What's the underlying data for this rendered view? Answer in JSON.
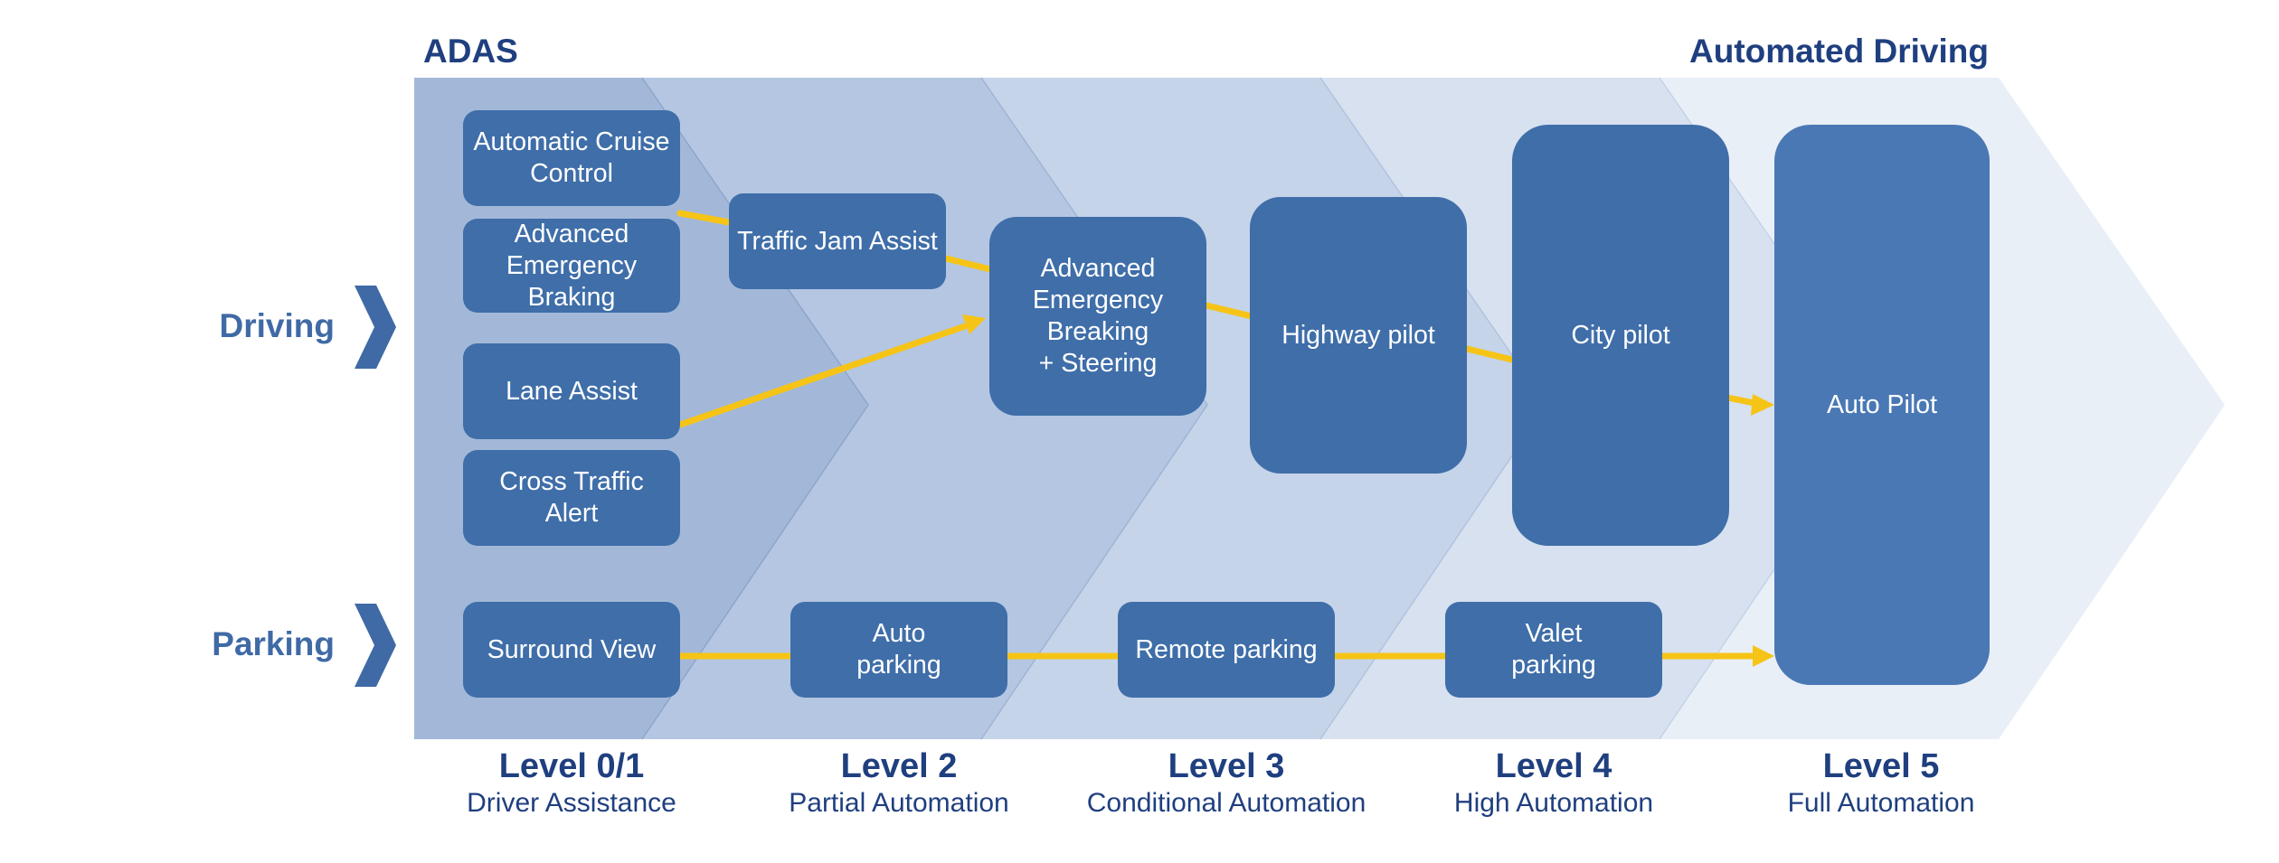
{
  "headers": {
    "adas": "ADAS",
    "automated": "Automated Driving"
  },
  "rows": {
    "driving": "Driving",
    "parking": "Parking"
  },
  "boxes": [
    {
      "id": "acc",
      "label": "Automatic Cruise\nControl"
    },
    {
      "id": "aeb",
      "label": "Advanced\nEmergency\nBraking"
    },
    {
      "id": "lane",
      "label": "Lane Assist"
    },
    {
      "id": "cta",
      "label": "Cross Traffic\nAlert"
    },
    {
      "id": "surround",
      "label": "Surround View"
    },
    {
      "id": "tja",
      "label": "Traffic Jam Assist"
    },
    {
      "id": "aebs",
      "label": "Advanced\nEmergency\nBreaking\n+ Steering"
    },
    {
      "id": "autopark",
      "label": "Auto\nparking"
    },
    {
      "id": "highway",
      "label": "Highway pilot"
    },
    {
      "id": "remote",
      "label": "Remote parking"
    },
    {
      "id": "city",
      "label": "City pilot"
    },
    {
      "id": "valet",
      "label": "Valet\nparking"
    },
    {
      "id": "autopilot",
      "label": "Auto Pilot"
    }
  ],
  "levels": [
    {
      "title": "Level 0/1",
      "subtitle": "Driver Assistance"
    },
    {
      "title": "Level 2",
      "subtitle": "Partial Automation"
    },
    {
      "title": "Level 3",
      "subtitle": "Conditional Automation"
    },
    {
      "title": "Level 4",
      "subtitle": "High Automation"
    },
    {
      "title": "Level 5",
      "subtitle": "Full Automation"
    }
  ],
  "colors": {
    "box": "#3f6ea9",
    "arrow": "#f6c416",
    "chevron_label": "#3f6aa6",
    "text_dark": "#1f3f7f",
    "band1": "#a3b8d8",
    "band2": "#b4c6e1",
    "band3": "#c5d4e9",
    "band4": "#d7e1ef",
    "band5": "#e9eff7"
  }
}
